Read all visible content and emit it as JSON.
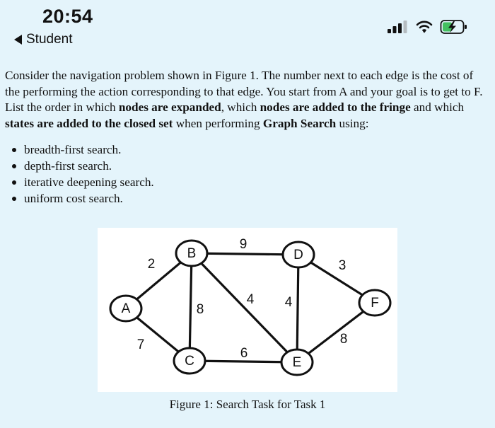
{
  "status_bar": {
    "time": "20:54",
    "icons": [
      "cellular-signal-icon",
      "wifi-icon",
      "battery-charging-icon"
    ]
  },
  "nav": {
    "back_label": "Student"
  },
  "problem": {
    "intro_1": "Consider the navigation problem shown in Figure 1. The number next to each edge is the cost of the performing the action corresponding to that edge. You start from A and your goal is to get to F. List the order in which ",
    "bold_1": "nodes are expanded",
    "intro_2": ", which ",
    "bold_2": "nodes are added to the fringe",
    "intro_3": " and which ",
    "bold_3": "states are added to the closed set",
    "intro_4": " when performing ",
    "bold_4": "Graph Search",
    "intro_5": " using:",
    "bullets": [
      "breadth-first search.",
      "depth-first search.",
      "iterative deepening search.",
      "uniform cost search."
    ]
  },
  "figure": {
    "caption": "Figure 1: Search Task for Task 1",
    "nodes": [
      {
        "id": "A",
        "label": "A"
      },
      {
        "id": "B",
        "label": "B"
      },
      {
        "id": "C",
        "label": "C"
      },
      {
        "id": "D",
        "label": "D"
      },
      {
        "id": "E",
        "label": "E"
      },
      {
        "id": "F",
        "label": "F"
      }
    ],
    "edges": [
      {
        "from": "A",
        "to": "B",
        "cost": "2"
      },
      {
        "from": "A",
        "to": "C",
        "cost": "7"
      },
      {
        "from": "B",
        "to": "C",
        "cost": "8"
      },
      {
        "from": "B",
        "to": "D",
        "cost": "9"
      },
      {
        "from": "B",
        "to": "E",
        "cost": "4"
      },
      {
        "from": "C",
        "to": "E",
        "cost": "6"
      },
      {
        "from": "D",
        "to": "E",
        "cost": "4"
      },
      {
        "from": "D",
        "to": "F",
        "cost": "3"
      },
      {
        "from": "E",
        "to": "F",
        "cost": "8"
      }
    ]
  }
}
